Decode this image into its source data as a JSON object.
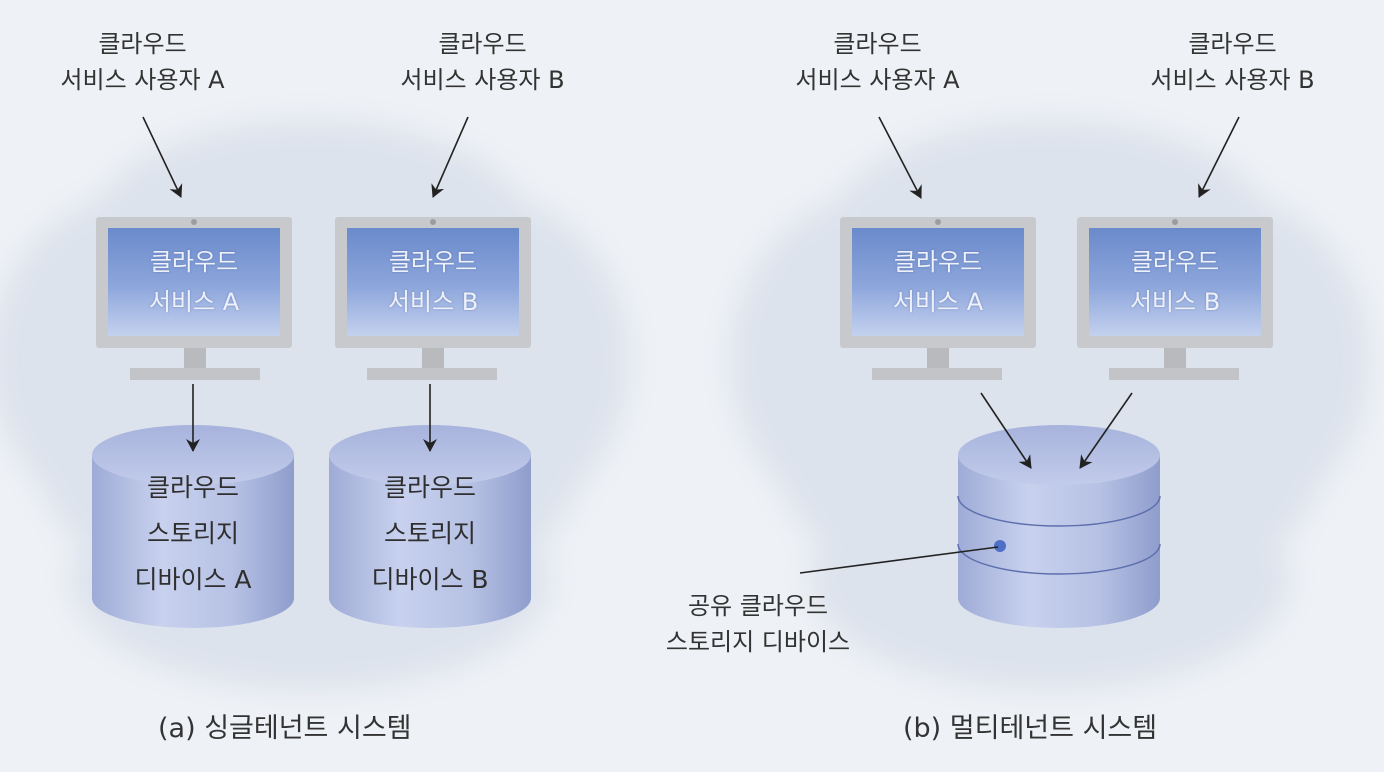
{
  "diagram_a": {
    "caption": "(a) 싱글테넌트 시스템",
    "user_a": {
      "line1": "클라우드",
      "line2": "서비스 사용자 A"
    },
    "user_b": {
      "line1": "클라우드",
      "line2": "서비스 사용자 B"
    },
    "service_a": {
      "line1": "클라우드",
      "line2": "서비스 A"
    },
    "service_b": {
      "line1": "클라우드",
      "line2": "서비스 B"
    },
    "storage_a": {
      "line1": "클라우드",
      "line2": "스토리지",
      "line3": "디바이스 A"
    },
    "storage_b": {
      "line1": "클라우드",
      "line2": "스토리지",
      "line3": "디바이스 B"
    }
  },
  "diagram_b": {
    "caption": "(b) 멀티테넌트 시스템",
    "user_a": {
      "line1": "클라우드",
      "line2": "서비스 사용자 A"
    },
    "user_b": {
      "line1": "클라우드",
      "line2": "서비스 사용자 B"
    },
    "service_a": {
      "line1": "클라우드",
      "line2": "서비스 A"
    },
    "service_b": {
      "line1": "클라우드",
      "line2": "서비스 B"
    },
    "shared_storage": {
      "line1": "공유 클라우드",
      "line2": "스토리지 디바이스"
    }
  },
  "colors": {
    "cloud": "#dfe4ee",
    "monitor_frame": "#c9cacd",
    "screen_top": "#6f8fce",
    "screen_bottom": "#bccbea",
    "cylinder": "#b4c0e2",
    "arrow": "#222222"
  }
}
